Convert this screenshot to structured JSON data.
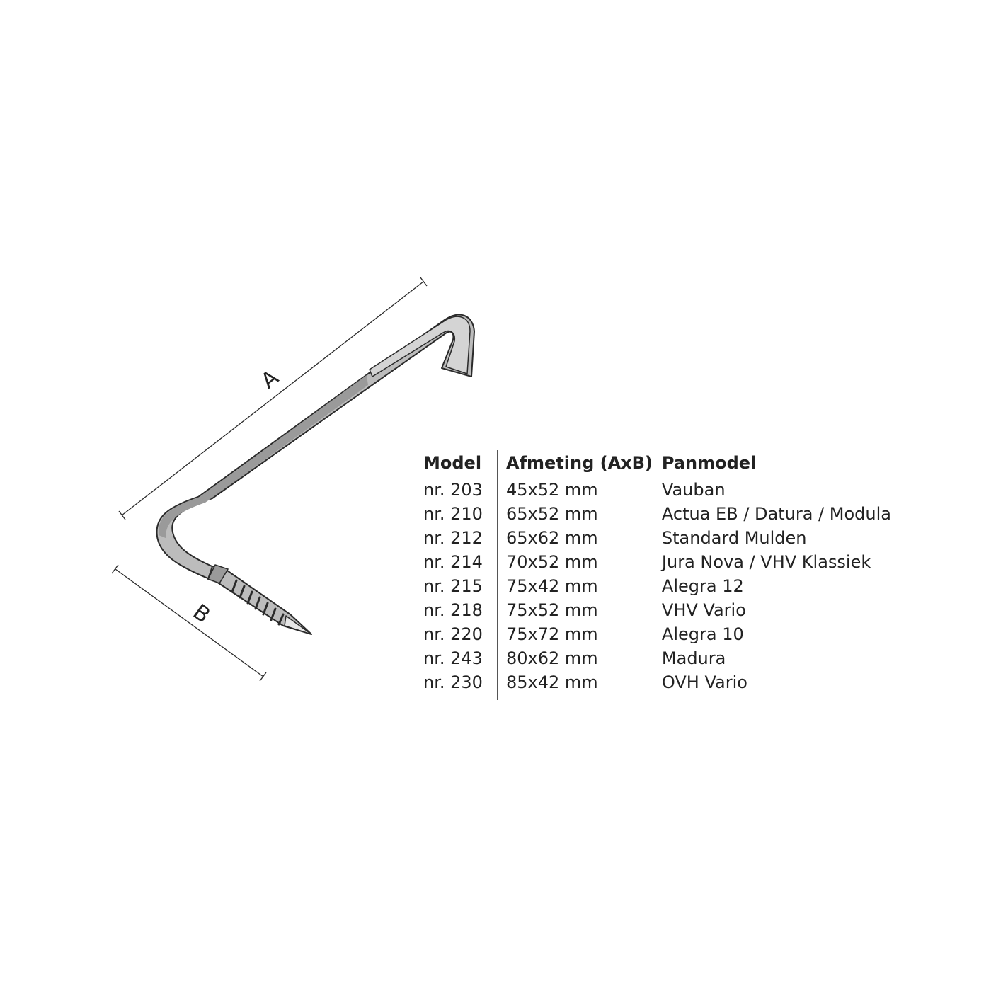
{
  "dimensions": {
    "a_label": "A",
    "b_label": "B"
  },
  "table": {
    "headers": [
      "Model",
      "Afmeting (AxB)",
      "Panmodel"
    ],
    "rows": [
      [
        "nr. 203",
        "45x52 mm",
        "Vauban"
      ],
      [
        "nr. 210",
        "65x52 mm",
        "Actua EB / Datura / Modula"
      ],
      [
        "nr. 212",
        "65x62 mm",
        "Standard Mulden"
      ],
      [
        "nr. 214",
        "70x52 mm",
        "Jura Nova / VHV Klassiek"
      ],
      [
        "nr. 215",
        "75x42 mm",
        "Alegra 12"
      ],
      [
        "nr. 218",
        "75x52 mm",
        "VHV Vario"
      ],
      [
        "nr. 220",
        "75x72 mm",
        "Alegra 10"
      ],
      [
        "nr. 243",
        "80x62 mm",
        "Madura"
      ],
      [
        "nr. 230",
        "85x42 mm",
        "OVH Vario"
      ]
    ]
  },
  "colors": {
    "hook_fill": "#bcbcbc",
    "hook_dark": "#8a8a8a",
    "outline": "#2a2a2a"
  }
}
